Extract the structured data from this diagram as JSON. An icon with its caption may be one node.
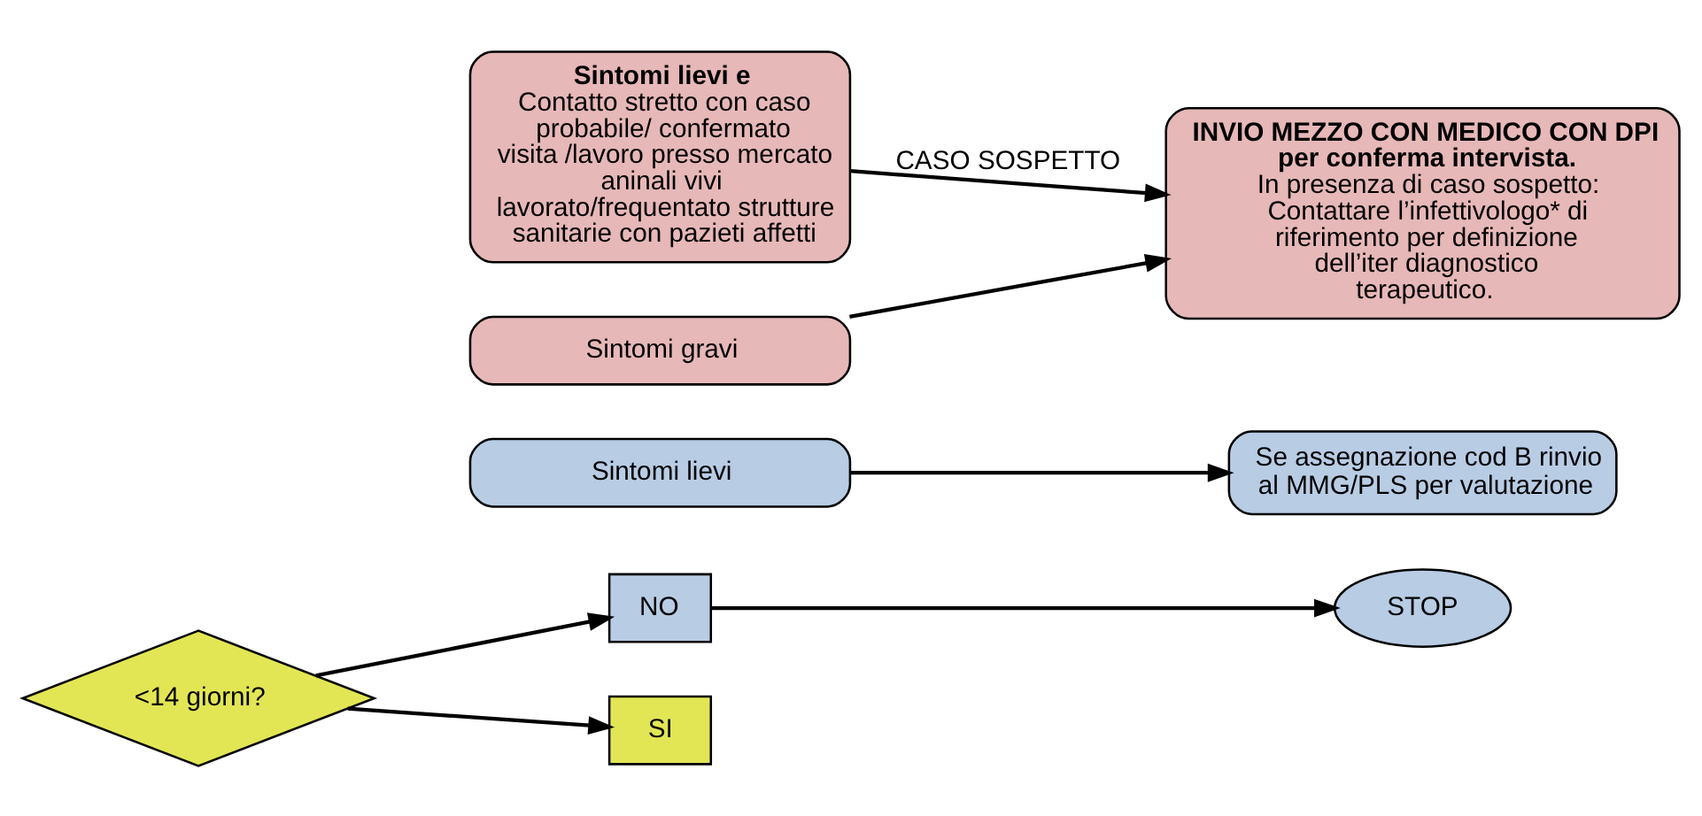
{
  "diagram": {
    "nodes": [
      {
        "text": [
          "<14 giorni?"
        ]
      },
      {
        "text": [
          "NO"
        ]
      },
      {
        "text": [
          "STOP"
        ]
      },
      {
        "text": [
          "Sintomi lievi"
        ]
      },
      {
        "text": [
          "Se assegnazione cod B rinvio al MMG/PLS per valutazione"
        ]
      },
      {
        "text": [
          "Sintomi lievi e",
          "Contatto stretto con caso probabile/ confermato",
          "visita /lavoro presso mercato aninali vivi",
          "lavorato/frequentato strutture sanitarie con pazieti affetti"
        ]
      },
      {
        "text": [
          "Sintomi gravi"
        ]
      },
      {
        "text": [
          "INVIO MEZZO CON MEDICO CON DPI per conferma intervista.",
          "In presenza di caso sospetto: Contattare l’infettivologo* di riferimento per definizione dell’iter diagnostico terapeutico."
        ]
      },
      {
        "text": [
          "SI"
        ]
      }
    ],
    "edges": [
      {
        "from": 0,
        "to": 1,
        "arrow": "to"
      },
      {
        "from": 1,
        "to": 2,
        "arrow": "to"
      },
      {
        "from": 0,
        "to": 8,
        "arrow": "to"
      },
      {
        "from": 3,
        "to": 4,
        "arrow": "to"
      },
      {
        "from": 5,
        "to": 7,
        "arrow": "to",
        "label": "CASO SOSPETTO"
      },
      {
        "from": 6,
        "to": 7,
        "arrow": "to"
      }
    ]
  }
}
